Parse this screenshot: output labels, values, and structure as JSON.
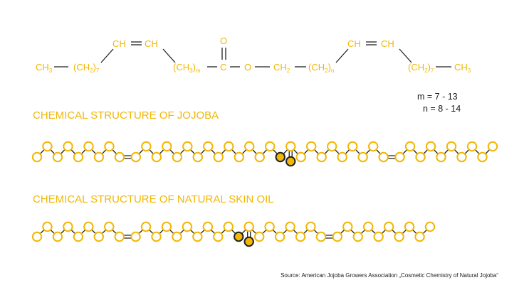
{
  "formula": {
    "ch3_left": "CH",
    "ch3_left_sub": "3",
    "ch2_7_left": "(CH",
    "ch2_7_left_sub1": "2",
    "ch2_7_left_close": ")",
    "ch2_7_left_sub2": "7",
    "ch_a1": "CH",
    "ch_a2": "CH",
    "ch3m": "(CH",
    "ch3m_sub1": "3",
    "ch3m_close": ")",
    "ch3m_sub2": "m",
    "carbonyl_c": "C",
    "carbonyl_o": "O",
    "ester_o": "O",
    "ch2": "CH",
    "ch2_sub": "2",
    "ch2n": "(CH",
    "ch2n_sub1": "2",
    "ch2n_close": ")",
    "ch2n_sub2": "n",
    "ch_b1": "CH",
    "ch_b2": "CH",
    "ch2_7_right": "(CH",
    "ch2_7_right_sub1": "2",
    "ch2_7_right_close": ")",
    "ch2_7_right_sub2": "7",
    "ch3_right": "CH",
    "ch3_right_sub": "3"
  },
  "ranges": {
    "m": "m = 7 - 13",
    "n": "n = 8 - 14"
  },
  "headings": {
    "jojoba": "CHEMICAL STRUCTURE OF JOJOBA",
    "skin_oil": "CHEMICAL STRUCTURE OF NATURAL SKIN OIL"
  },
  "chains": {
    "jojoba": {
      "atoms": 22,
      "double_bonds_after": [
        4,
        17
      ],
      "ester_after": 11
    },
    "skin_oil": {
      "atoms": 19,
      "double_bonds_after": [
        4,
        14
      ],
      "ester_after": 9
    }
  },
  "colors": {
    "accent": "#f2b705",
    "bond": "#222222",
    "background": "#ffffff"
  },
  "source": "Source: American Jojoba Growers Association „Cosmetic Chemistry of Natural Jojoba“"
}
